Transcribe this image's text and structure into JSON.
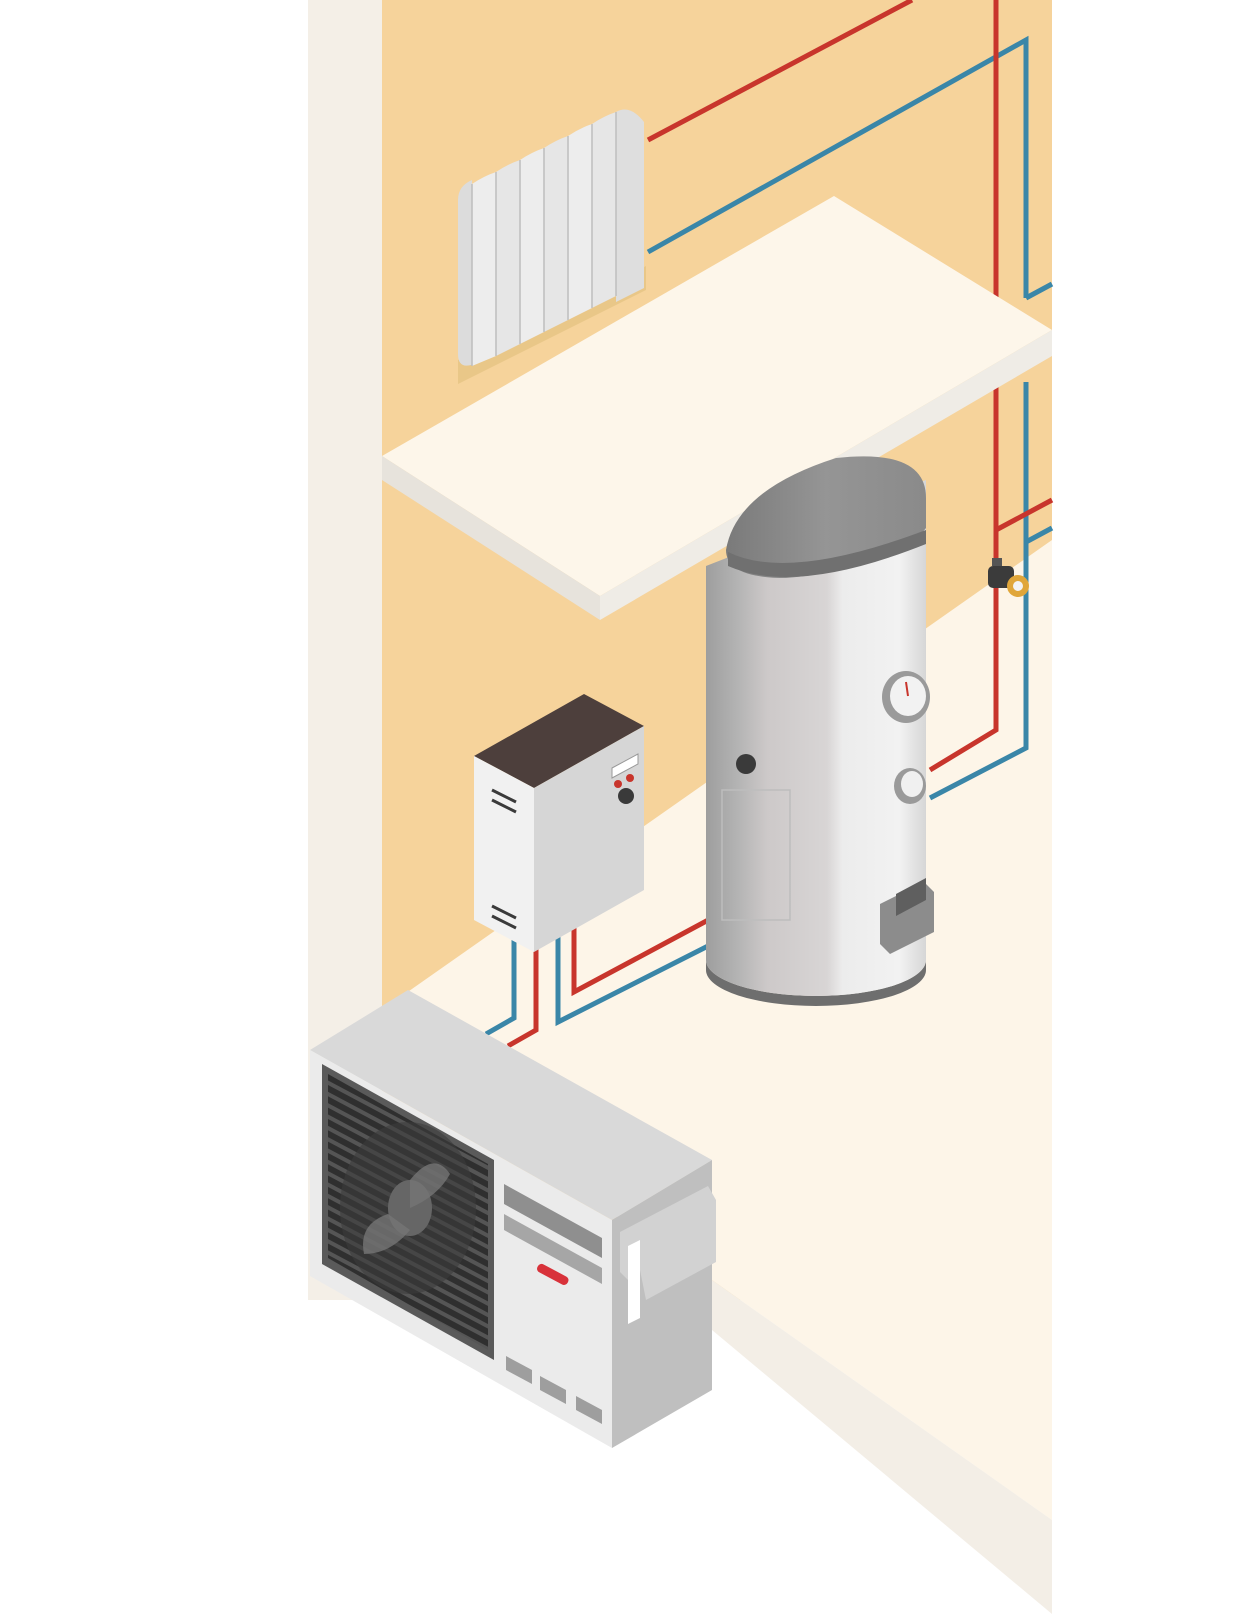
{
  "scene": {
    "kind": "isometric heating system illustration",
    "colors": {
      "background": "#ffffff",
      "wall_left": "#f4efe7",
      "wall_back": "#f6d39b",
      "floor": "#fdf5e8",
      "shelf_top": "#fdf6ea",
      "shelf_edge": "#e7e3dc",
      "hot_pipe": "#c8352c",
      "cold_pipe": "#3a86a8",
      "tank_light": "#ececec",
      "tank_mid": "#cfcfcf",
      "tank_dark": "#a9a9a9",
      "tank_cap": "#8a8a8a",
      "controller_top": "#4d3f3c",
      "outdoor_unit_top": "#d9d9d9",
      "outdoor_unit_front": "#ebebeb",
      "fan_grille": "#3f3f3f",
      "indicator": "#d8323a"
    },
    "components": [
      {
        "id": "radiator",
        "icon": "radiator-icon"
      },
      {
        "id": "shelf",
        "icon": "shelf-icon"
      },
      {
        "id": "hot-water-tank",
        "icon": "water-tank-icon"
      },
      {
        "id": "pressure-gauge",
        "icon": "gauge-icon"
      },
      {
        "id": "circulation-pump",
        "icon": "pump-icon"
      },
      {
        "id": "control-unit",
        "icon": "control-box-icon"
      },
      {
        "id": "outdoor-heat-pump",
        "icon": "heat-pump-icon"
      },
      {
        "id": "hot-pipes",
        "icon": "hot-pipe-icon"
      },
      {
        "id": "cold-pipes",
        "icon": "cold-pipe-icon"
      }
    ]
  }
}
